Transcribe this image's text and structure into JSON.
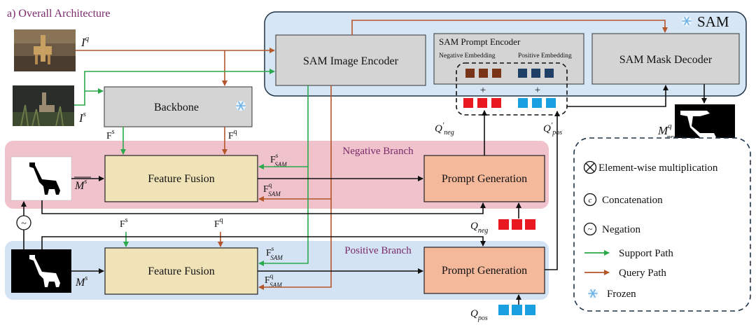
{
  "title": "a) Overall Architecture",
  "sam": {
    "label": "SAM",
    "image_encoder": "SAM Image Encoder",
    "prompt_encoder": "SAM Prompt Encoder",
    "negative_embedding": "Negative Embedding",
    "positive_embedding": "Positive Embedding",
    "mask_decoder": "SAM Mask Decoder",
    "plus": "+"
  },
  "backbone": "Backbone",
  "inputs": {
    "query_image": {
      "base": "I",
      "sup": "q"
    },
    "support_image": {
      "base": "I",
      "sup": "s"
    },
    "f_s": {
      "base": "F",
      "sup": "s"
    },
    "f_q": {
      "base": "F",
      "sup": "q"
    }
  },
  "negative_branch": {
    "label": "Negative Branch",
    "fusion": "Feature Fusion",
    "prompt_gen": "Prompt Generation",
    "mask_label": {
      "base": "M",
      "sup": "s"
    },
    "f_sam_s": {
      "base": "F",
      "sup": "s",
      "sub": "SAM"
    },
    "f_sam_q": {
      "base": "F",
      "sup": "q",
      "sub": "SAM"
    },
    "q_neg": {
      "base": "Q",
      "sub": "neg"
    },
    "q_neg_prime": {
      "base": "Q",
      "prime": "′",
      "sub": "neg"
    }
  },
  "positive_branch": {
    "label": "Positive Branch",
    "fusion": "Feature Fusion",
    "prompt_gen": "Prompt Generation",
    "mask_label": {
      "base": "M",
      "sup": "s"
    },
    "f_s": {
      "base": "F",
      "sup": "s"
    },
    "f_q": {
      "base": "F",
      "sup": "q"
    },
    "f_sam_s": {
      "base": "F",
      "sup": "s",
      "sub": "SAM"
    },
    "f_sam_q": {
      "base": "F",
      "sup": "q",
      "sub": "SAM"
    },
    "q_pos": {
      "base": "Q",
      "sub": "pos"
    },
    "q_pos_prime": {
      "base": "Q",
      "prime": "′",
      "sub": "pos"
    }
  },
  "output": {
    "base": "M",
    "sup": "q",
    "sub": "pred"
  },
  "negation_symbol": "~",
  "legend": {
    "multiplication_symbol": "⊗",
    "multiplication": "Element-wise multiplication",
    "concat_symbol": "c",
    "concatenation": "Concatenation",
    "negation_symbol": "~",
    "negation": "Negation",
    "support_path": "Support Path",
    "query_path": "Query Path",
    "frozen": "Frozen"
  },
  "colors": {
    "support_path": "#2aa84a",
    "query_path": "#b5552a",
    "negative_token": "#e8191f",
    "positive_token": "#1aa0e0",
    "neg_embedding": "#7a3418",
    "pos_embedding": "#1f3f66",
    "sam_region": "#d6e6f5",
    "negative_region": "#efc2cc",
    "positive_region": "#d3e3f3",
    "module_gray": "#d4d4d4",
    "fusion_fill": "#f1e3b8",
    "prompt_gen_fill": "#f4b89b",
    "title_color": "#7a2a6a",
    "frozen_icon": "#6fb2e6"
  },
  "icons": [
    "snowflake-icon",
    "giraffe-photo",
    "giraffe-mask",
    "giraffe-prediction"
  ]
}
